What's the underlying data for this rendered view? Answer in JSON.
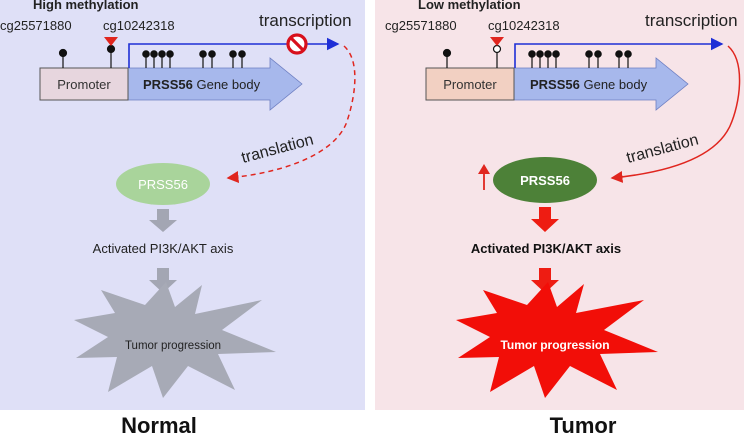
{
  "normal": {
    "methylation_label": "High methylation",
    "cpg_site_1": "cg25571880",
    "cpg_site_2": "cg10242318",
    "promoter_label": "Promoter",
    "gene_name": "PRSS56",
    "gene_body_suffix": " Gene body",
    "transcription_label": "transcription",
    "translation_label": "translation",
    "protein_label": "PRSS56",
    "pathway_label": "Activated PI3K/AKT axis",
    "outcome_label": "Tumor progression",
    "panel_caption": "Normal"
  },
  "tumor": {
    "methylation_label": "Low methylation",
    "cpg_site_1": "cg25571880",
    "cpg_site_2": "cg10242318",
    "promoter_label": "Promoter",
    "gene_name": "PRSS56",
    "gene_body_suffix": " Gene body",
    "transcription_label": "transcription",
    "translation_label": "translation",
    "protein_label": "PRSS56",
    "pathway_label": "Activated PI3K/AKT axis",
    "outcome_label": "Tumor progression",
    "panel_caption": "Tumor"
  },
  "colors": {
    "normal_background": "#dfe0f7",
    "tumor_background": "#f7e4e8",
    "promoter_fill_normal": "#e7d6de",
    "promoter_fill_tumor": "#f2d0c2",
    "gene_body_fill": "#a7b8ec",
    "transcription_arrow": "#1f2fd6",
    "translation_arrow": "#e0261f",
    "protein_normal": "#a9d49b",
    "protein_tumor": "#4d8138",
    "flow_arrow_normal": "#a3a6b3",
    "flow_arrow_tumor": "#ee1c12",
    "burst_normal": "#a7aab6",
    "burst_tumor": "#f20e08",
    "block_symbol": "#d8101c"
  }
}
